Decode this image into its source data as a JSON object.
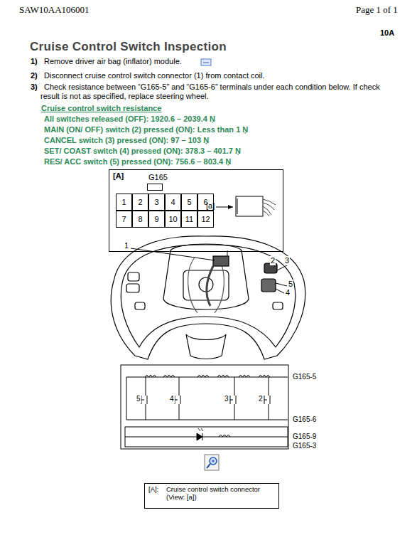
{
  "diagram": {
    "title": "Cruise Control Switch Inspection",
    "nodes": [
      {
        "text": [
          "[A]"
        ]
      },
      {
        "text": [
          "G165"
        ],
        "in": 0
      },
      {
        "text": [
          "1"
        ],
        "in": 1
      },
      {
        "text": [
          "2"
        ],
        "in": 1
      },
      {
        "text": [
          "3"
        ],
        "in": 1
      },
      {
        "text": [
          "4"
        ],
        "in": 1
      },
      {
        "text": [
          "5"
        ],
        "in": 1
      },
      {
        "text": [
          "6"
        ],
        "in": 1
      },
      {
        "text": [
          "7"
        ],
        "in": 1
      },
      {
        "text": [
          "8"
        ],
        "in": 1
      },
      {
        "text": [
          "9"
        ],
        "in": 1
      },
      {
        "text": [
          "10"
        ],
        "in": 1
      },
      {
        "text": [
          "11"
        ],
        "in": 1
      },
      {
        "text": [
          "12"
        ],
        "in": 1
      },
      {
        "text": [
          "[A]:",
          "Cruise control switch connector (View: [a])"
        ]
      }
    ],
    "edges": [],
    "labels": [
      "SAW10AA106001",
      "Page 1 of 1",
      "10A",
      "1)",
      "Remove driver air bag (inflator) module.",
      "2)",
      "Disconnect cruise control switch connector (1) from contact coil.",
      "3)",
      "Check resistance between “G165-5” and “G165-6” terminals under each condition below. If check result is not as specified, replace steering wheel.",
      "Cruise control switch resistance",
      "All switches released (OFF): 1920.6 – 2039.4 Ņ",
      "MAIN (ON/ OFF) switch (2) pressed (ON): Less than 1 Ņ",
      "CANCEL switch (3) pressed (ON): 97 – 103 Ņ",
      "SET/ COAST switch (4) pressed (ON): 378.3 – 401.7 Ņ",
      "RES/ ACC switch (5) pressed (ON): 756.6 – 803.4 Ņ",
      "[a]",
      "1",
      "2",
      "3",
      "5",
      "4",
      "5",
      "4",
      "3",
      "2",
      "G165-5",
      "G165-6",
      "G165-9",
      "G165-3"
    ]
  }
}
